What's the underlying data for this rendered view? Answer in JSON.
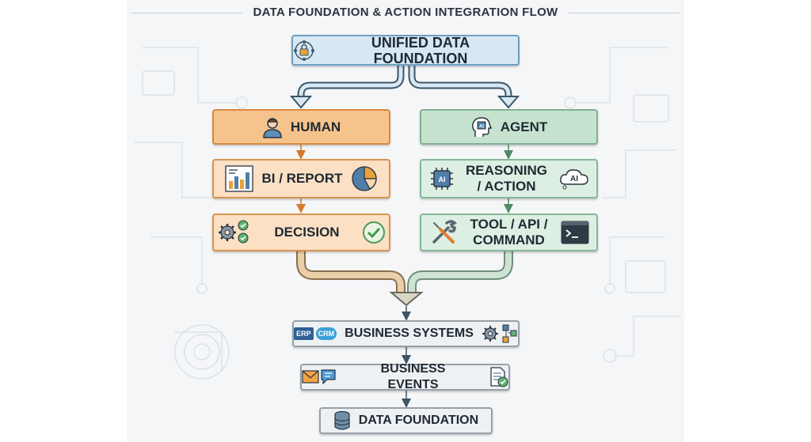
{
  "title": "DATA FOUNDATION & ACTION INTEGRATION FLOW",
  "top": {
    "label": "UNIFIED DATA FOUNDATION",
    "icon": "database-lock-icon"
  },
  "human": {
    "label": "HUMAN",
    "steps": [
      {
        "label": "BI / REPORT",
        "icon": "bar-chart-icon",
        "icon2": "pie-chart-icon"
      },
      {
        "label": "DECISION",
        "icon": "gear-checklist-icon",
        "icon2": "check-circle-icon"
      }
    ]
  },
  "agent": {
    "label": "AGENT",
    "steps": [
      {
        "label": "REASONING / ACTION",
        "icon": "ai-chip-icon",
        "icon2": "ai-cloud-icon"
      },
      {
        "label": "TOOL / API / COMMAND",
        "icon": "wrench-screwdriver-icon",
        "icon2": "terminal-icon"
      }
    ]
  },
  "bottom": [
    {
      "label": "BUSINESS SYSTEMS",
      "badges": [
        "ERP",
        "CRM"
      ]
    },
    {
      "label": "BUSINESS EVENTS"
    },
    {
      "label": "DATA FOUNDATION"
    }
  ],
  "colors": {
    "human": "#f7c38c",
    "human_border": "#d68a43",
    "agent": "#c6e3cf",
    "agent_border": "#7fb091",
    "top": "#d6e8f4",
    "bottom": "#eef1f3",
    "arrow": "#3d5566"
  }
}
